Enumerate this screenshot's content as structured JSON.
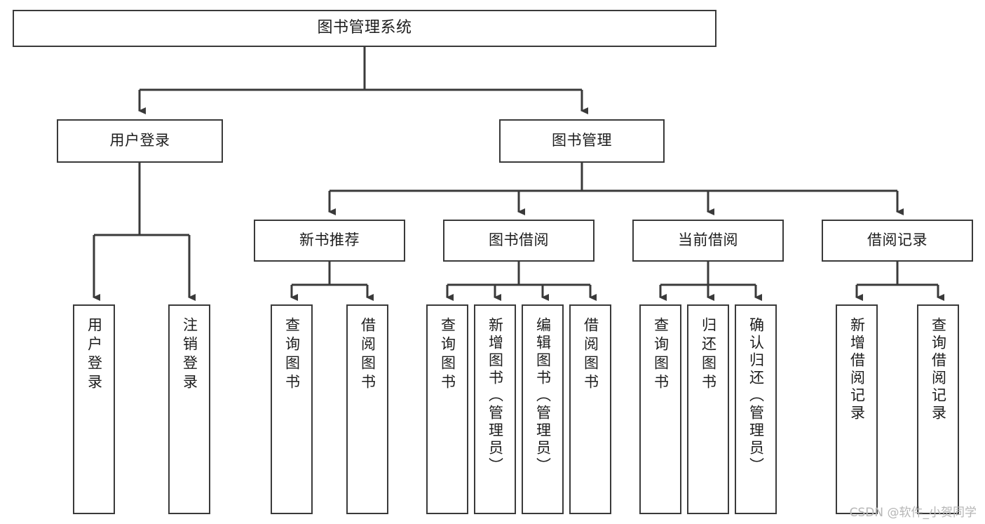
{
  "diagram": {
    "title": "图书管理系统",
    "type": "tree-hierarchy-chart",
    "watermark": "CSDN @软件_小贺同学",
    "colors": {
      "background": "#ffffff",
      "node_fill": "#ffffff",
      "node_border": "#3a3a3a",
      "edge": "#3a3a3a",
      "text": "#1d1d1d",
      "watermark": "#b6b6b6"
    },
    "nodes": {
      "root": {
        "label": "图书管理系统"
      },
      "level2": [
        {
          "id": "user-login",
          "label": "用户登录"
        },
        {
          "id": "book-management",
          "label": "图书管理"
        }
      ],
      "level3": [
        {
          "id": "new-book-recommend",
          "label": "新书推荐"
        },
        {
          "id": "book-borrow",
          "label": "图书借阅"
        },
        {
          "id": "current-borrow",
          "label": "当前借阅"
        },
        {
          "id": "borrow-record",
          "label": "借阅记录"
        }
      ],
      "leaves": {
        "user_login": [
          {
            "id": "leaf-user-login",
            "label": "用户登录"
          },
          {
            "id": "leaf-logout-login",
            "label": "注销登录"
          }
        ],
        "new_book_recommend": [
          {
            "id": "leaf-query-book-1",
            "label": "查询图书"
          },
          {
            "id": "leaf-borrow-book-1",
            "label": "借阅图书"
          }
        ],
        "book_borrow": [
          {
            "id": "leaf-query-book-2",
            "label": "查询图书"
          },
          {
            "id": "leaf-add-book",
            "label": "新增图书（管理员）"
          },
          {
            "id": "leaf-edit-book",
            "label": "编辑图书（管理员）"
          },
          {
            "id": "leaf-borrow-book-2",
            "label": "借阅图书"
          }
        ],
        "current_borrow": [
          {
            "id": "leaf-query-book-3",
            "label": "查询图书"
          },
          {
            "id": "leaf-return-book",
            "label": "归还图书"
          },
          {
            "id": "leaf-confirm-return",
            "label": "确认归还（管理员）"
          }
        ],
        "borrow_record": [
          {
            "id": "leaf-add-borrow-record",
            "label": "新增借阅记录"
          },
          {
            "id": "leaf-query-borrow-record",
            "label": "查询借阅记录"
          }
        ]
      }
    }
  }
}
